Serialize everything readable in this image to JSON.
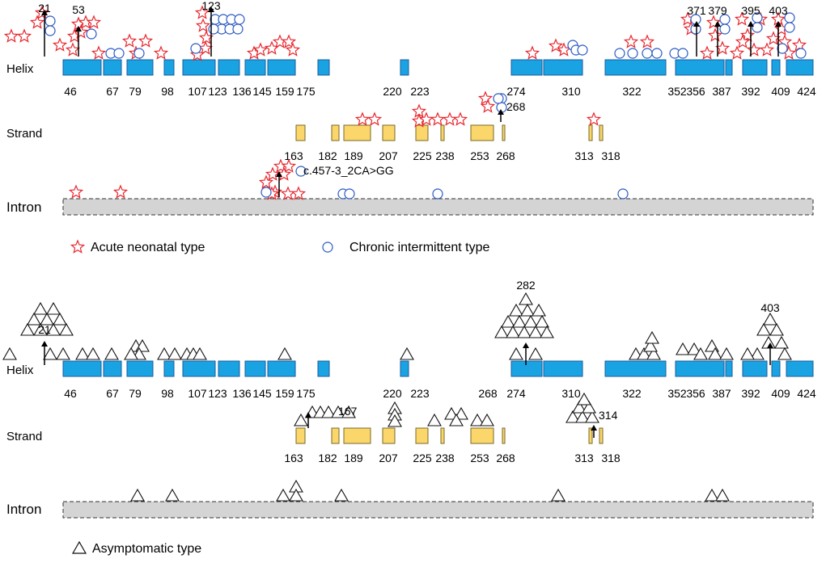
{
  "colors": {
    "helix_fill": "#1aa3e3",
    "helix_stroke": "#1a5c9e",
    "strand_fill": "#fbd66a",
    "strand_stroke": "#7a6a2a",
    "intron_fill": "#d4d4d4",
    "acute": "#e8262d",
    "chronic": "#2b59c3",
    "asymptomatic": "#111111"
  },
  "row_labels": {
    "helix": "Helix",
    "strand": "Strand",
    "intron": "Intron"
  },
  "top_panel": {
    "helix_labels": [
      "46",
      "67",
      "79",
      "98",
      "107",
      "123",
      "136",
      "145",
      "159",
      "175",
      "220",
      "223",
      "274",
      "310",
      "322",
      "352",
      "356",
      "387",
      "392",
      "409",
      "424"
    ],
    "strand_labels": [
      "163",
      "182",
      "189",
      "207",
      "225",
      "238",
      "253",
      "268",
      "313",
      "318"
    ],
    "arrow_labels": [
      "21",
      "53",
      "123",
      "371",
      "379",
      "395",
      "403",
      "268"
    ],
    "splice_label": "c.457-3_2CA>GG",
    "legend": {
      "acute": "Acute neonatal type",
      "chronic": "Chronic intermittent type"
    }
  },
  "bottom_panel": {
    "helix_labels": [
      "46",
      "67",
      "79",
      "98",
      "107",
      "123",
      "136",
      "145",
      "159",
      "175",
      "220",
      "223",
      "268",
      "274",
      "310",
      "322",
      "352",
      "356",
      "387",
      "392",
      "409",
      "424"
    ],
    "strand_labels": [
      "163",
      "182",
      "189",
      "207",
      "225",
      "238",
      "253",
      "268",
      "313",
      "318"
    ],
    "arrow_labels": [
      "21",
      "282",
      "403",
      "167",
      "314"
    ],
    "legend": {
      "asymptomatic": "Asymptomatic type"
    }
  }
}
